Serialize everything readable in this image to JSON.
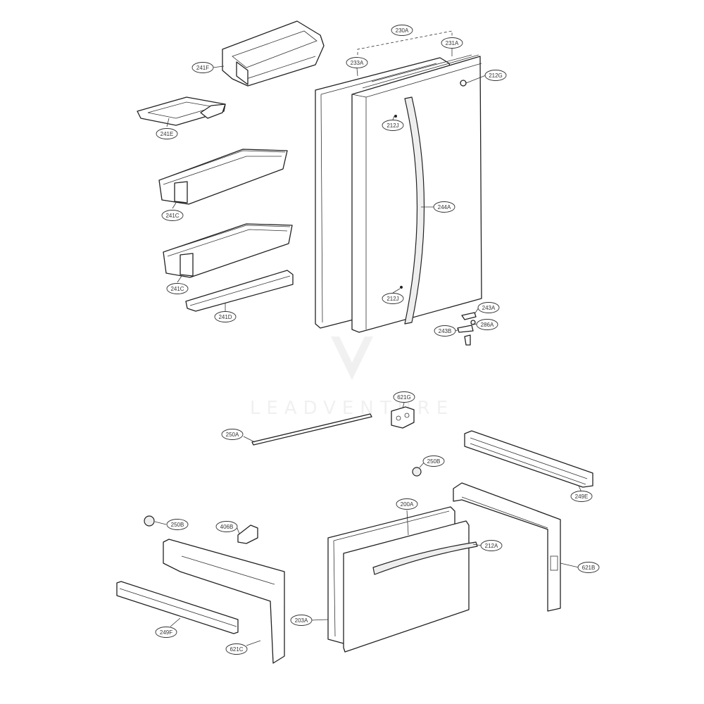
{
  "watermark": {
    "text": "LEADVENTURE"
  },
  "callouts": [
    {
      "id": "241F"
    },
    {
      "id": "241E"
    },
    {
      "id": "241C"
    },
    {
      "id": "241C"
    },
    {
      "id": "241D"
    },
    {
      "id": "230A"
    },
    {
      "id": "231A"
    },
    {
      "id": "233A"
    },
    {
      "id": "212G"
    },
    {
      "id": "212J"
    },
    {
      "id": "244A"
    },
    {
      "id": "212J"
    },
    {
      "id": "243A"
    },
    {
      "id": "243B"
    },
    {
      "id": "286A"
    },
    {
      "id": "621G"
    },
    {
      "id": "250A"
    },
    {
      "id": "250B"
    },
    {
      "id": "249E"
    },
    {
      "id": "200A"
    },
    {
      "id": "212A"
    },
    {
      "id": "250B"
    },
    {
      "id": "406B"
    },
    {
      "id": "621B"
    },
    {
      "id": "203A"
    },
    {
      "id": "249F"
    },
    {
      "id": "621C"
    }
  ]
}
